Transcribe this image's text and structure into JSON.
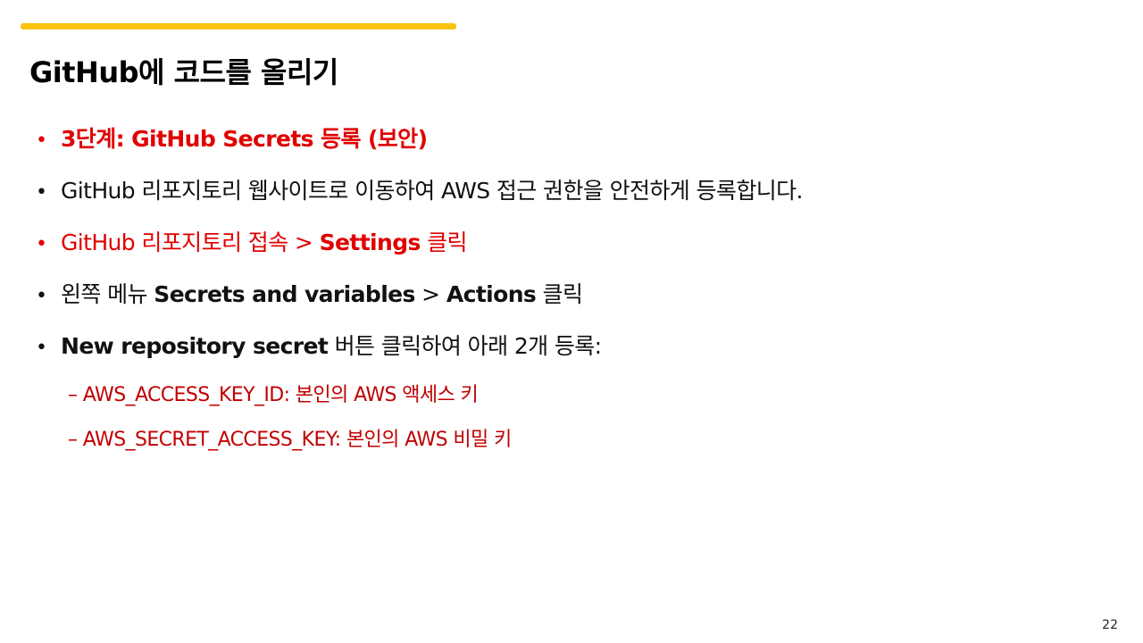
{
  "slide": {
    "accent_color": "#F9C20F",
    "title": "GitHub에 코드를 올리기",
    "page_number": "22"
  },
  "bullets": [
    {
      "color": "#E00000",
      "parts": [
        {
          "text": "3단계: GitHub Secrets 등록 (보안)",
          "bold": true
        }
      ]
    },
    {
      "color": "#111111",
      "parts": [
        {
          "text": "GitHub 리포지토리 웹사이트로 이동하여 AWS 접근 권한을 안전하게 등록합니다.",
          "bold": false
        }
      ]
    },
    {
      "color": "#E00000",
      "parts": [
        {
          "text": "GitHub 리포지토리 접속 > ",
          "bold": false
        },
        {
          "text": "Settings",
          "bold": true
        },
        {
          "text": " 클릭",
          "bold": false
        }
      ]
    },
    {
      "color": "#111111",
      "parts": [
        {
          "text": "왼쪽 메뉴 ",
          "bold": false
        },
        {
          "text": "Secrets and variables",
          "bold": true
        },
        {
          "text": " > ",
          "bold": false
        },
        {
          "text": "Actions",
          "bold": true
        },
        {
          "text": " 클릭",
          "bold": false
        }
      ]
    },
    {
      "color": "#111111",
      "parts": [
        {
          "text": "New repository secret",
          "bold": true
        },
        {
          "text": " 버튼 클릭하여 아래 2개 등록:",
          "bold": false
        }
      ]
    }
  ],
  "sub_bullets": [
    {
      "text": "– AWS_ACCESS_KEY_ID: 본인의 AWS 액세스 키",
      "color": "#C00000"
    },
    {
      "text": "– AWS_SECRET_ACCESS_KEY: 본인의 AWS 비밀 키",
      "color": "#C00000"
    }
  ],
  "bullet_glyph": "•"
}
